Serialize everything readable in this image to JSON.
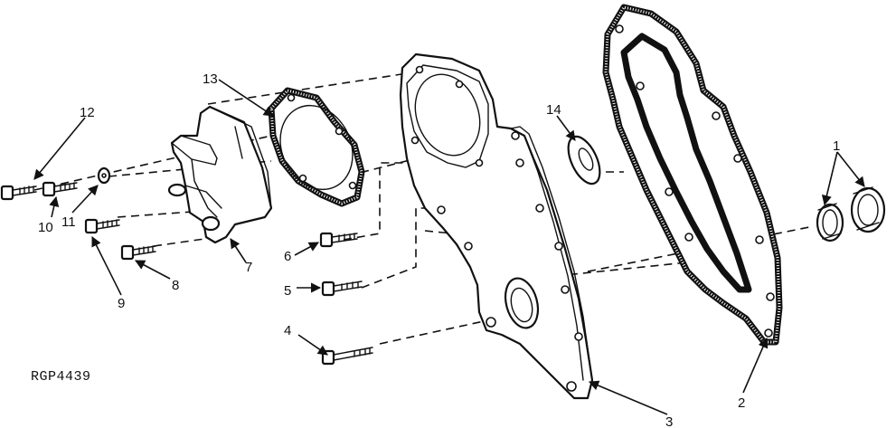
{
  "figure_ref": "RGP4439",
  "callouts": [
    "1",
    "2",
    "3",
    "4",
    "5",
    "6",
    "7",
    "8",
    "9",
    "10",
    "11",
    "12",
    "13",
    "14"
  ]
}
